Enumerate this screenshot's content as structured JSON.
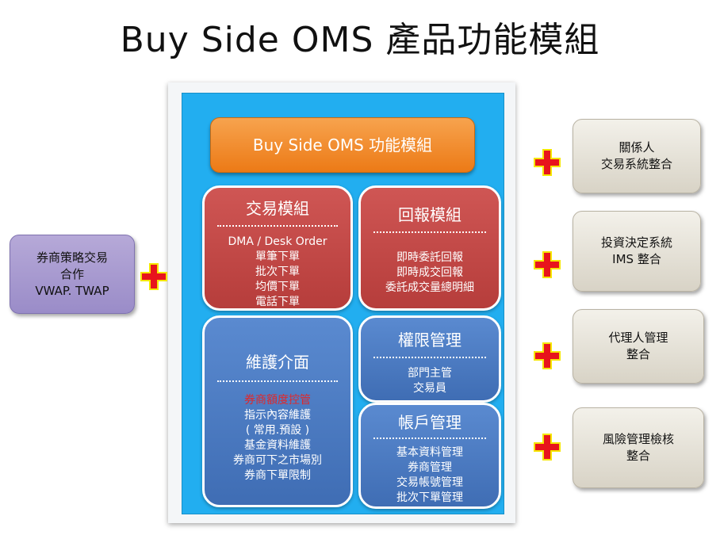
{
  "title": "Buy Side OMS 產品功能模組",
  "module_header": "Buy Side  OMS 功能模組",
  "modules": {
    "trade": {
      "title": "交易模組",
      "items": [
        "DMA / Desk Order",
        "單筆下單",
        "批次下單",
        "均價下單",
        "電話下單"
      ]
    },
    "report": {
      "title": "回報模組",
      "items": [
        "即時委託回報",
        "即時成交回報",
        "委託成交量總明細"
      ]
    },
    "maintenance": {
      "title": "維護介面",
      "items": [
        "券商額度控管",
        "指示內容維護",
        "( 常用.預設 )",
        "基金資料維護",
        "券商可下之市場別",
        "券商下單限制"
      ]
    },
    "permission": {
      "title": "權限管理",
      "items": [
        "部門主管",
        "交易員"
      ]
    },
    "account": {
      "title": "帳戶管理",
      "items": [
        "基本資料管理",
        "券商管理",
        "交易帳號管理",
        "批次下單管理"
      ]
    }
  },
  "left_box": {
    "lines": [
      "券商策略交易",
      "合作",
      "VWAP. TWAP"
    ]
  },
  "right_boxes": [
    {
      "lines": [
        "關係人",
        "交易系統整合"
      ]
    },
    {
      "lines": [
        "投資決定系統",
        "IMS 整合"
      ]
    },
    {
      "lines": [
        "代理人管理",
        "整合"
      ]
    },
    {
      "lines": [
        "風險管理檢核",
        "整合"
      ]
    }
  ],
  "colors": {
    "frame_blue": "#22aef0",
    "header_orange": "#ec7a16",
    "module_red": "#b63d3b",
    "module_blue": "#3f6db4",
    "plus_red": "#e8141c",
    "plus_outline": "#f5e600",
    "alert_text": "#e0282a"
  }
}
